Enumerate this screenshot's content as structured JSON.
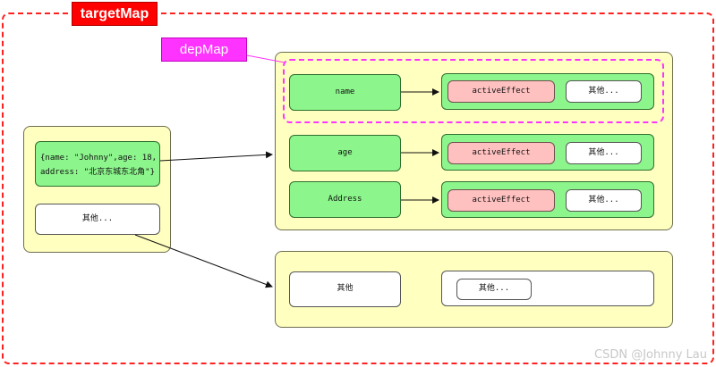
{
  "target_map_label": "targetMap",
  "dep_map_label": "depMap",
  "object_box": {
    "line1": "{name: \"Johnny\",age: 18,",
    "line2": "address: \"北京东城东北角\"}"
  },
  "other_left": "其他...",
  "keys": [
    {
      "label": "name",
      "effect": "activeEffect",
      "other": "其他..."
    },
    {
      "label": "age",
      "effect": "activeEffect",
      "other": "其他..."
    },
    {
      "label": "Address",
      "effect": "activeEffect",
      "other": "其他..."
    }
  ],
  "other_map": {
    "key_label": "其他",
    "set_label": "其他..."
  },
  "watermark": "CSDN @Johnny Lau",
  "colors": {
    "target_red": "#ff0000",
    "dep_magenta": "#ff33ff",
    "map_yellow": "#ffffc0",
    "key_green": "#8cf58c",
    "effect_pink": "#ffc0c0"
  }
}
